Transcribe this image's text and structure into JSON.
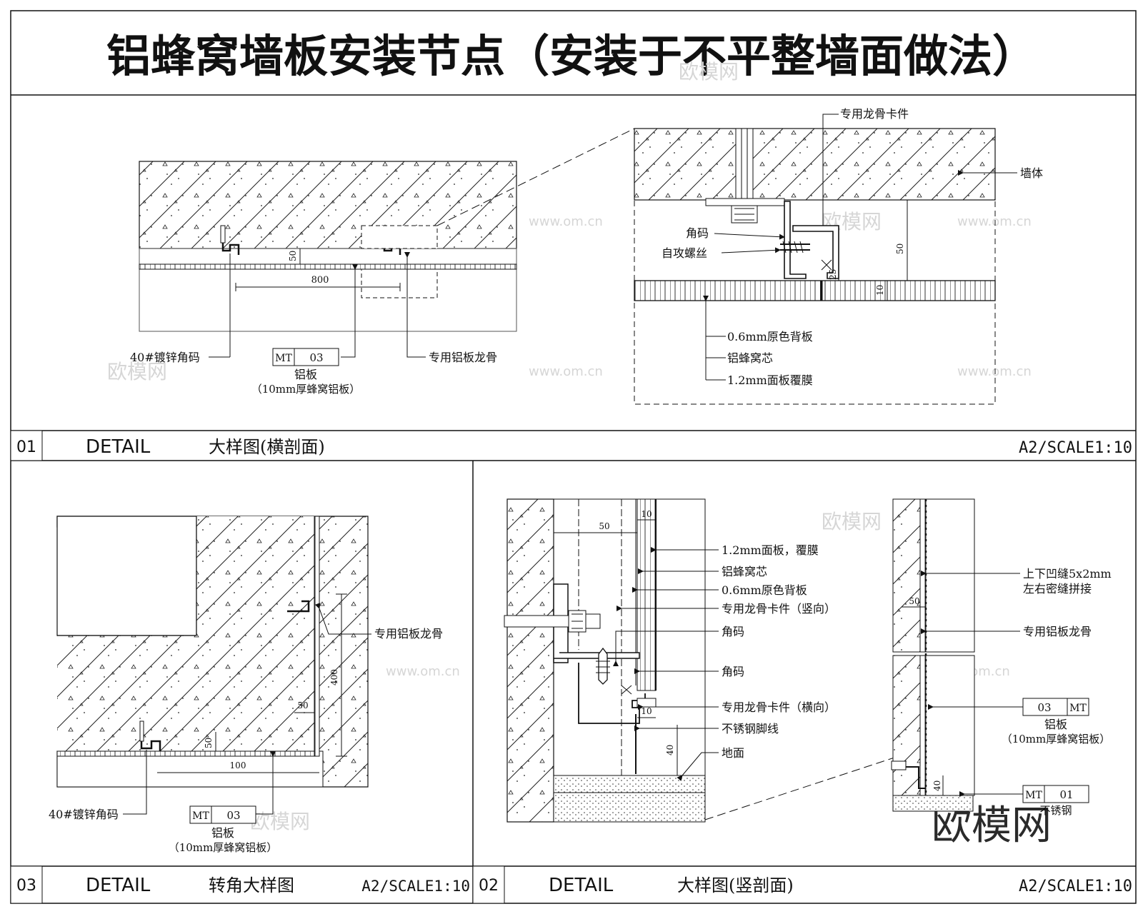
{
  "title": "铝蜂窝墙板安装节点（安装于不平整墙面做法）",
  "panel01": {
    "num": "01",
    "detail": "DETAIL",
    "name": "大样图(横剖面)",
    "scale": "A2/SCALE1:10",
    "dims": {
      "d800": "800",
      "d50": "50"
    },
    "labels": {
      "angle": "40#镀锌角码",
      "tag_mt": "MT",
      "tag_no": "03",
      "board": "铝板",
      "board_sub": "（10mm厚蜂窝铝板）",
      "keel": "专用铝板龙骨"
    },
    "detail_dims": {
      "d50": "50",
      "d25": "25",
      "d10": "10"
    },
    "detail_labels": {
      "clip": "专用龙骨卡件",
      "wall": "墙体",
      "angle": "角码",
      "screw": "自攻螺丝",
      "back": "0.6mm原色背板",
      "core": "铝蜂窝芯",
      "face": "1.2mm面板覆膜"
    }
  },
  "panel03": {
    "num": "03",
    "detail": "DETAIL",
    "name": "转角大样图",
    "scale": "A2/SCALE1:10",
    "dims": {
      "d400": "400",
      "d50a": "50",
      "d50b": "50",
      "d100": "100"
    },
    "labels": {
      "keel": "专用铝板龙骨",
      "angle": "40#镀锌角码",
      "tag_mt": "MT",
      "tag_no": "03",
      "board": "铝板",
      "board_sub": "（10mm厚蜂窝铝板）"
    }
  },
  "panel02": {
    "num": "02",
    "detail": "DETAIL",
    "name": "大样图(竖剖面)",
    "scale": "A2/SCALE1:10",
    "dims": {
      "d10a": "10",
      "d50": "50",
      "d10b": "10",
      "d40": "40"
    },
    "labels": {
      "face": "1.2mm面板，覆膜",
      "core": "铝蜂窝芯",
      "back": "0.6mm原色背板",
      "clip_v": "专用龙骨卡件（竖向）",
      "angle1": "角码",
      "angle2": "角码",
      "clip_h": "专用龙骨卡件（横向）",
      "skirting": "不锈钢脚线",
      "floor": "地面"
    },
    "right_dims": {
      "d50": "50",
      "d40": "40"
    },
    "right_labels": {
      "joint1": "上下凹缝5x2mm",
      "joint2": "左右密缝拼接",
      "keel": "专用铝板龙骨",
      "tag_no": "03",
      "tag_mt": "MT",
      "board": "铝板",
      "board_sub": "（10mm厚蜂窝铝板）",
      "tag2_mt": "MT",
      "tag2_no": "01",
      "tag2_txt": "不锈钢"
    }
  },
  "watermark": {
    "site": "www.om.cn",
    "brand": "欧模网"
  }
}
